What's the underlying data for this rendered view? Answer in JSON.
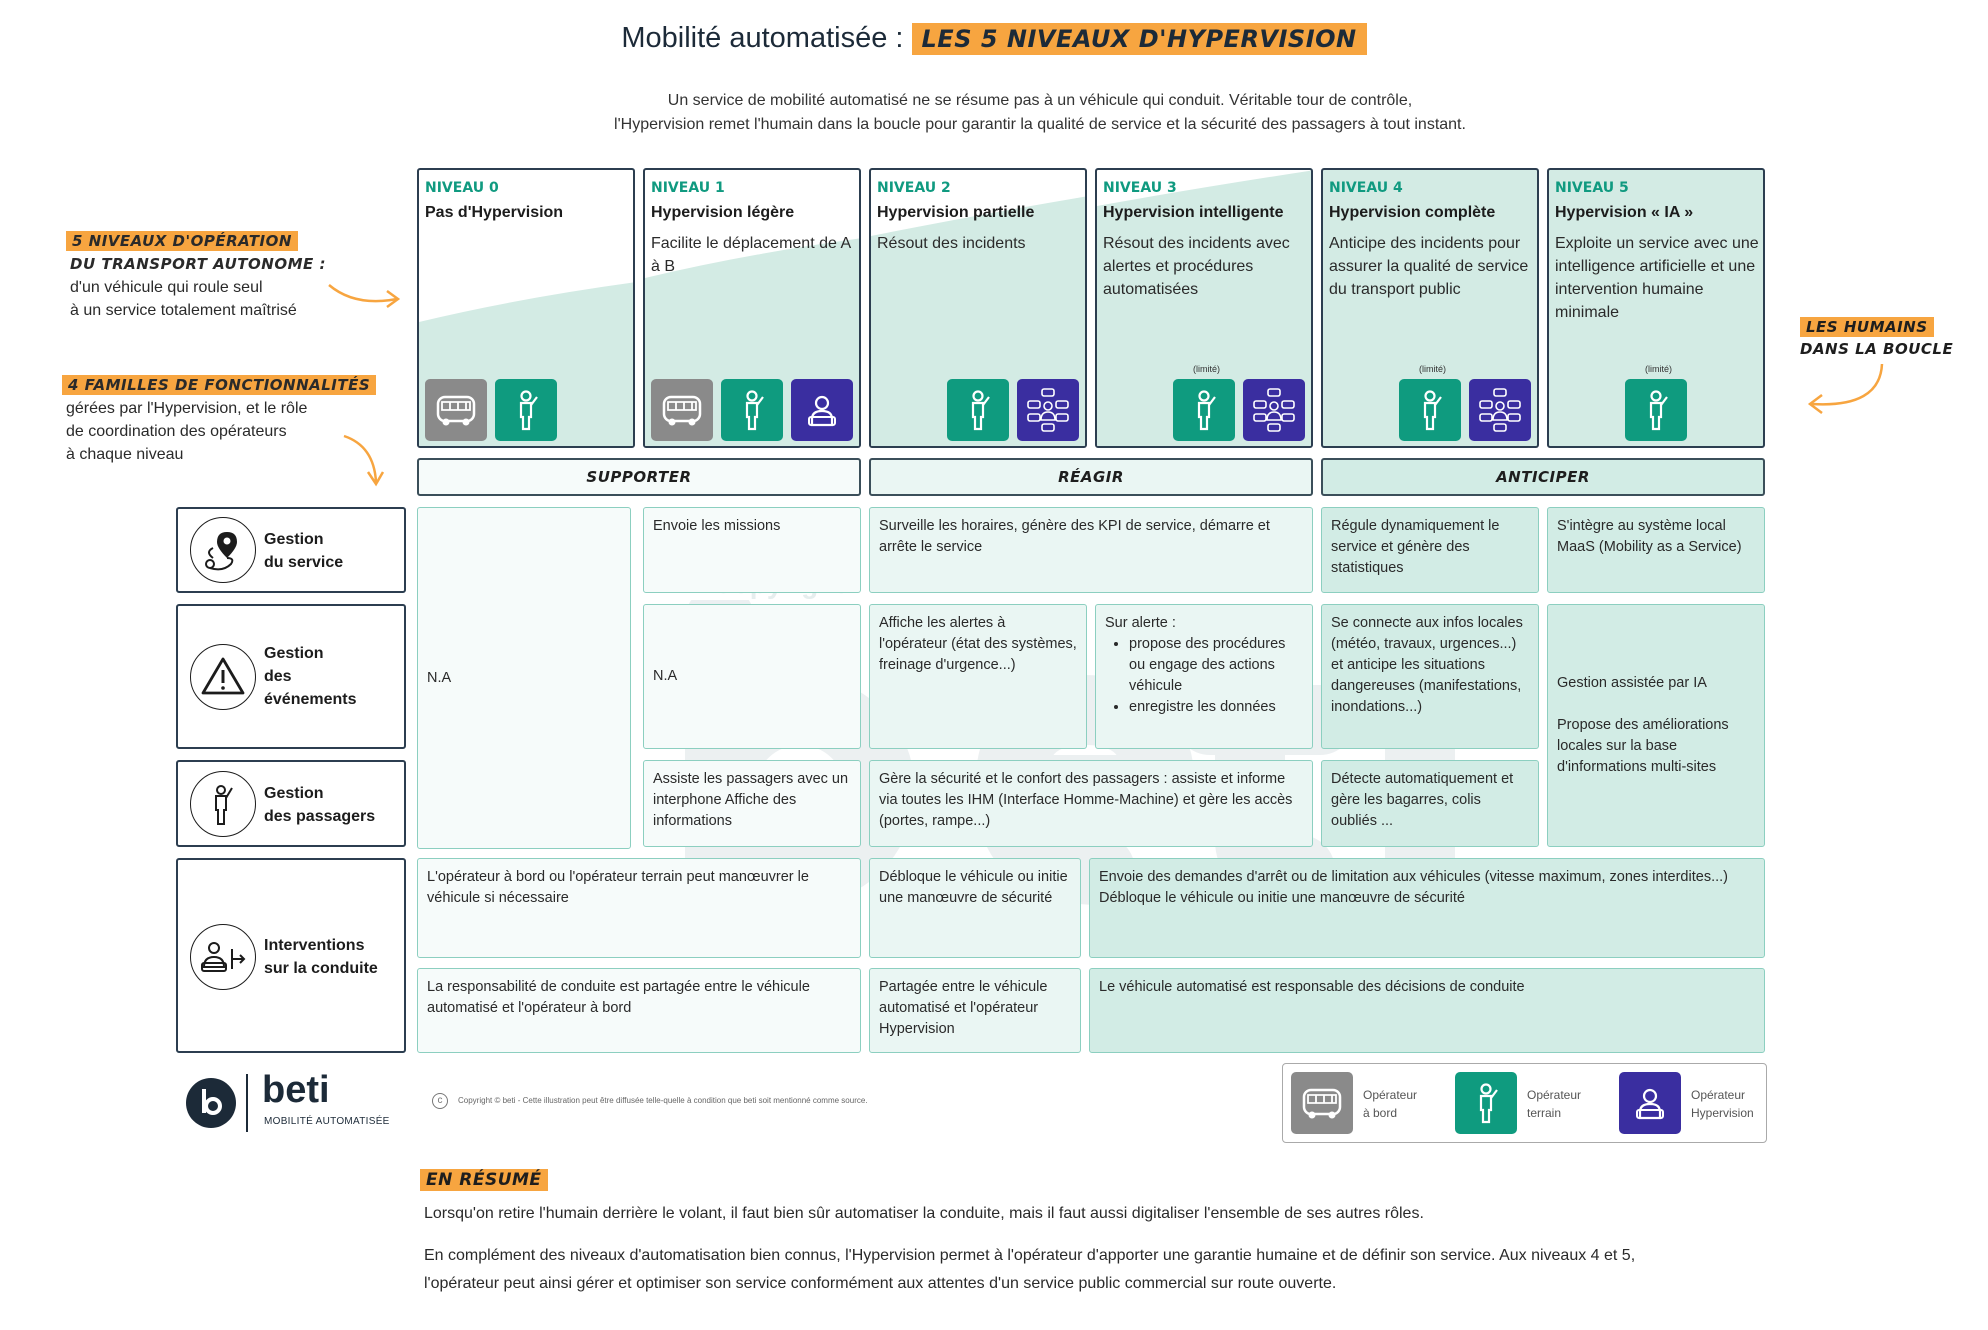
{
  "header": {
    "title_prefix": "Mobilité automatisée :",
    "title_highlight": "Les 5 niveaux d'Hypervision",
    "intro_line1": "Un service de mobilité automatisé ne se résume pas à un véhicule qui conduit. Véritable tour de contrôle,",
    "intro_line2": "l'Hypervision remet l'humain dans la boucle pour garantir la qualité de service et la sécurité des passagers à tout instant."
  },
  "left_notes": {
    "levels_heading_1": "5 niveaux d'opération",
    "levels_heading_2": "du transport autonome :",
    "levels_text_1": "d'un véhicule qui roule seul",
    "levels_text_2": "à un service totalement maîtrisé",
    "families_heading": "4 familles de fonctionnalités",
    "families_text_1": "gérées par l'Hypervision, et le rôle",
    "families_text_2": "de coordination des opérateurs",
    "families_text_3": "à chaque niveau"
  },
  "right_note": {
    "line1": "Les humains",
    "line2": "dans la boucle"
  },
  "levels": [
    {
      "tag": "NIVEAU 0",
      "name": "Pas d'Hypervision",
      "desc": ""
    },
    {
      "tag": "NIVEAU 1",
      "name": "Hypervision légère",
      "desc": "Facilite le déplacement de A à B"
    },
    {
      "tag": "NIVEAU 2",
      "name": "Hypervision partielle",
      "desc": "Résout des incidents"
    },
    {
      "tag": "NIVEAU 3",
      "name": "Hypervision intelligente",
      "desc": "Résout des incidents avec alertes et procédures automatisées",
      "limit": "(limité)"
    },
    {
      "tag": "NIVEAU 4",
      "name": "Hypervision complète",
      "desc": "Anticipe des incidents pour assurer la qualité de service du transport public",
      "limit": "(limité)"
    },
    {
      "tag": "NIVEAU 5",
      "name": "Hypervision « IA »",
      "desc": "Exploite un service avec une intelligence artificielle et une intervention humaine minimale",
      "limit": "(limité)"
    }
  ],
  "categories": {
    "supporter": "Supporter",
    "reagir": "Réagir",
    "anticiper": "Anticiper"
  },
  "families": {
    "service_1": "Gestion",
    "service_2": "du service",
    "events_1": "Gestion",
    "events_2": "des",
    "events_3": "événements",
    "passengers_1": "Gestion",
    "passengers_2": "des passagers",
    "driving_1": "Interventions",
    "driving_2": "sur la conduite"
  },
  "cells": {
    "na_l0": "N.A",
    "service_l1": "Envoie les missions",
    "service_l23": "Surveille les horaires, génère des KPI de service, démarre et arrête le service",
    "service_l4": "Régule dynamiquement le service et génère des statistiques",
    "service_l5": "S'intègre au système local MaaS (Mobility as a Service)",
    "events_l1": "N.A",
    "events_l2": "Affiche les alertes à l'opérateur (état des systèmes, freinage d'urgence...)",
    "events_l3_intro": "Sur alerte :",
    "events_l3_b1": "propose des procédures ou engage des actions véhicule",
    "events_l3_b2": "enregistre les données",
    "events_l4": "Se connecte aux infos locales (météo, travaux, urgences...) et anticipe les situations dangereuses (manifestations, inondations...)",
    "ia_l5_1": "Gestion assistée par IA",
    "ia_l5_2": "Propose des améliorations locales sur la base d'informations multi-sites",
    "passengers_l1": "Assiste les passagers avec un interphone Affiche des informations",
    "passengers_l23": "Gère la sécurité et le confort des passagers : assiste et informe via toutes les IHM (Interface Homme-Machine) et gère les accès (portes, rampe...)",
    "passengers_l4": "Détecte automatiquement et gère les bagarres, colis oubliés ...",
    "drive_a_l01": "L'opérateur à bord ou l'opérateur terrain peut manœuvrer le véhicule si nécessaire",
    "drive_a_l2": "Débloque le véhicule ou initie une manœuvre de sécurité",
    "drive_a_l345_1": "Envoie des demandes d'arrêt ou de limitation aux véhicules (vitesse maximum, zones interdites...)",
    "drive_a_l345_2": "Débloque le véhicule ou initie une manœuvre de sécurité",
    "drive_b_l01": "La responsabilité de conduite est partagée entre le véhicule automatisé et l'opérateur à bord",
    "drive_b_l2": "Partagée entre le véhicule automatisé et l'opérateur Hypervision",
    "drive_b_l345": "Le véhicule automatisé est responsable des décisions de conduite"
  },
  "watermark": "© Copyright",
  "footer": {
    "brand": "beti",
    "brand_sub": "MOBILITÉ AUTOMATISÉE",
    "copyright": "Copyright © beti - Cette illustration peut être diffusée telle-quelle à condition que beti soit mentionné comme source."
  },
  "legend": {
    "onboard_1": "Opérateur",
    "onboard_2": "à bord",
    "field_1": "Opérateur",
    "field_2": "terrain",
    "hyper_1": "Opérateur",
    "hyper_2": "Hypervision"
  },
  "summary": {
    "heading": "En résumé",
    "p1": "Lorsqu'on retire l'humain derrière le volant, il faut bien sûr automatiser la conduite, mais il faut aussi digitaliser l'ensemble de ses autres rôles.",
    "p2a": "En complément des niveaux d'automatisation bien connus, l'Hypervision permet à l'opérateur d'apporter une garantie humaine et de définir son service. Aux niveaux 4 et 5,",
    "p2b": "l'opérateur peut ainsi gérer et optimiser son service conformément aux attentes d'un service public commercial sur route ouverte."
  },
  "colors": {
    "accent_orange": "#f7a540",
    "teal": "#0f9b7f",
    "indigo": "#3a2ea0",
    "bus_grey": "#8a8a8a",
    "navy": "#1c2a38"
  }
}
